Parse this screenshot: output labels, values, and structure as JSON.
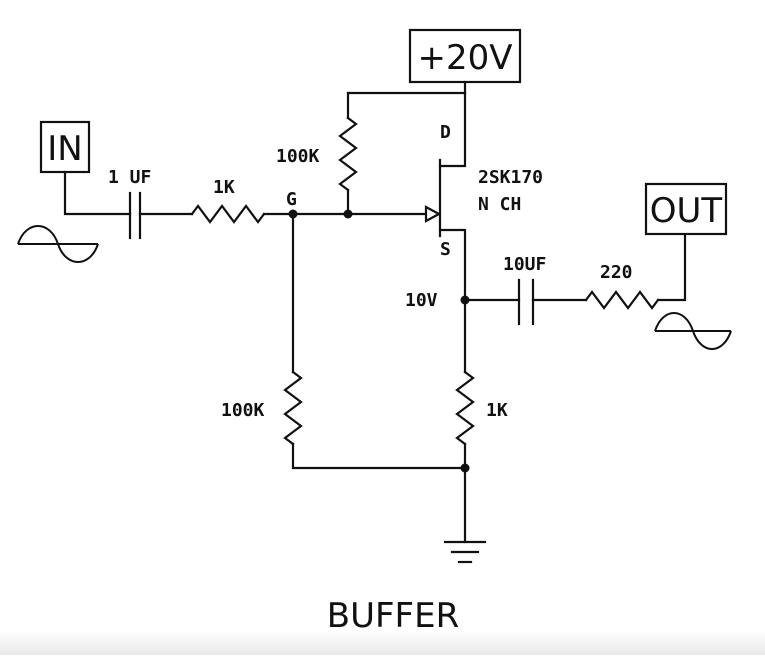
{
  "diagram": {
    "title": "BUFFER",
    "supply_label": "+20V",
    "input_label": "IN",
    "output_label": "OUT",
    "transistor": {
      "part": "2SK170",
      "type": "N CH",
      "drain": "D",
      "gate": "G",
      "source": "S"
    },
    "input_cap": "1 UF",
    "gate_stopper": "1K",
    "bias_top": "100K",
    "bias_bottom": "100K",
    "source_resistor": "1K",
    "source_voltage": "10V",
    "output_cap": "10UF",
    "output_resistor": "220"
  }
}
